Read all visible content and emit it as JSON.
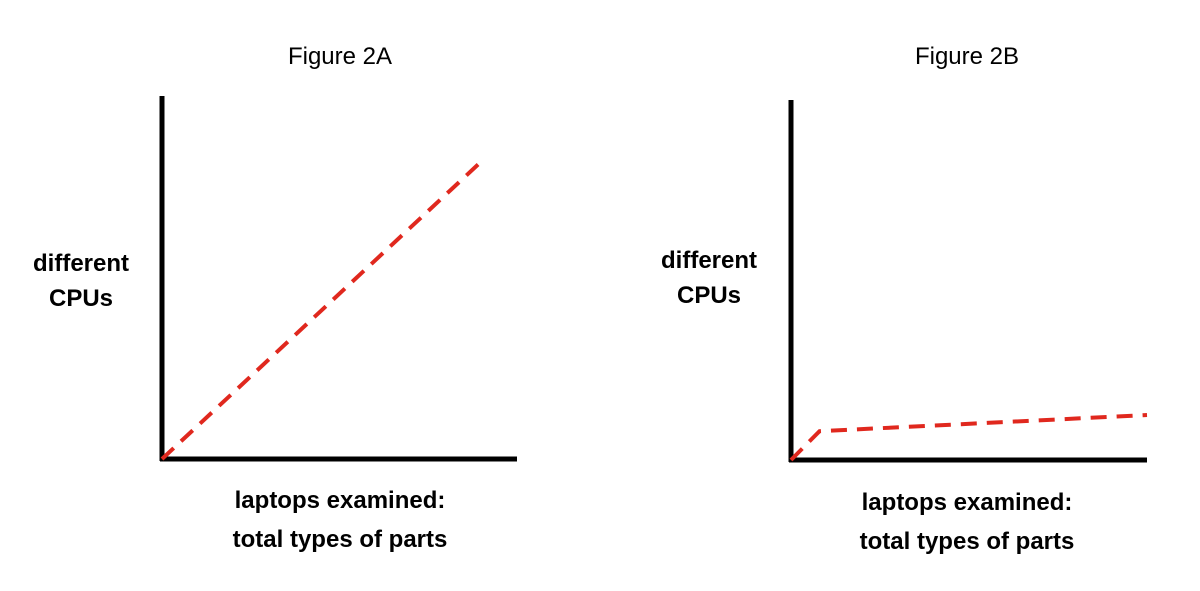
{
  "chart_data": [
    {
      "type": "line",
      "title": "Figure 2A",
      "ylabel": [
        "different",
        "CPUs"
      ],
      "xlabel": [
        "laptops examined:",
        "total types of parts"
      ],
      "xlim": [
        0,
        1
      ],
      "ylim": [
        0,
        1
      ],
      "grid": false,
      "series": [
        {
          "x": [
            0,
            0.9
          ],
          "y": [
            0,
            0.82
          ],
          "style": "dashed",
          "color": "#e0281e"
        }
      ]
    },
    {
      "type": "line",
      "title": "Figure 2B",
      "ylabel": [
        "different",
        "CPUs"
      ],
      "xlabel": [
        "laptops examined:",
        "total types of parts"
      ],
      "xlim": [
        0,
        1
      ],
      "ylim": [
        0,
        1
      ],
      "grid": false,
      "series": [
        {
          "x": [
            0,
            0.08,
            1.0
          ],
          "y": [
            0,
            0.08,
            0.125
          ],
          "style": "dashed",
          "color": "#e0281e"
        }
      ]
    }
  ]
}
